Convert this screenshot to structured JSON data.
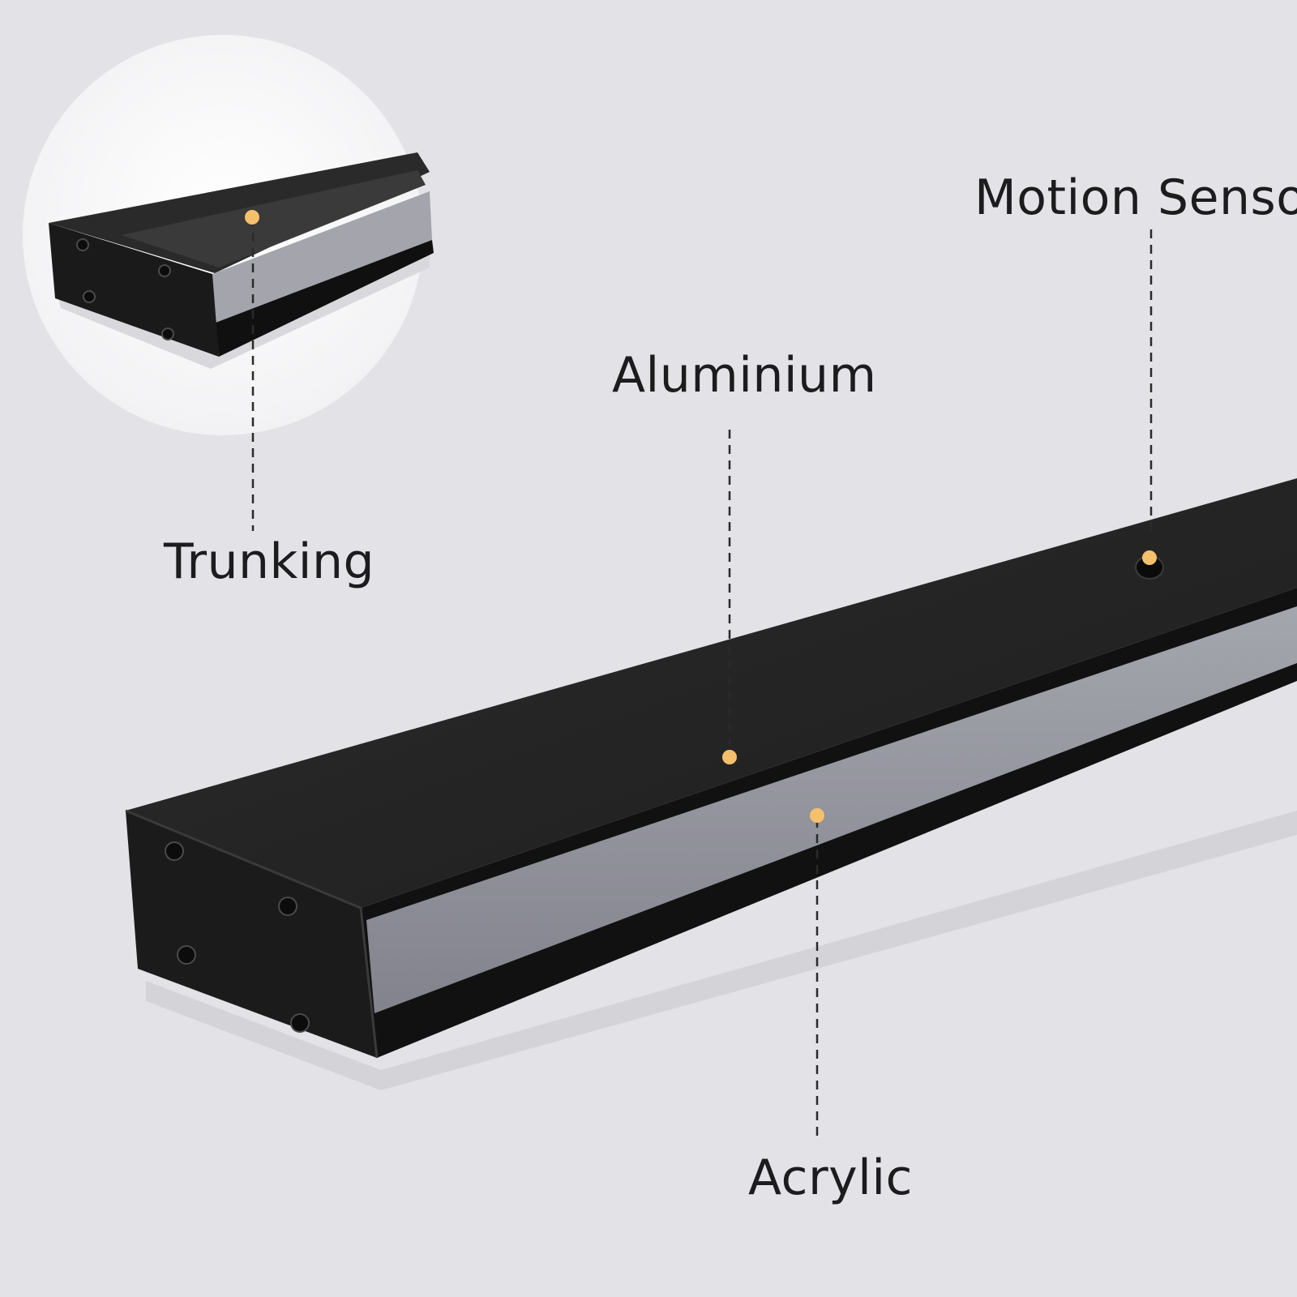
{
  "callouts": {
    "motion_sensor": "Motion Sensor",
    "aluminium": "Aluminium",
    "trunking": "Trunking",
    "acrylic": "Acrylic"
  },
  "colors": {
    "background": "#e3e3e7",
    "fixture_body": "#262626",
    "diffuser": "#8e8f98",
    "marker_dot": "#f5c06c",
    "leader_line": "#2a2a2a"
  }
}
